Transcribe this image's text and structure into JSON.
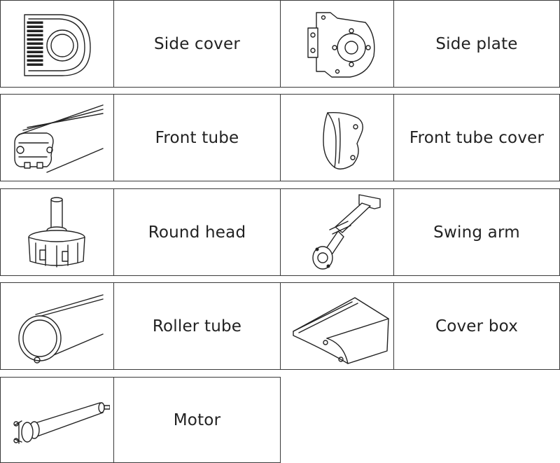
{
  "parts": [
    {
      "label": "Side cover",
      "icon": "side-cover-icon"
    },
    {
      "label": "Side plate",
      "icon": "side-plate-icon"
    },
    {
      "label": "Front tube",
      "icon": "front-tube-icon"
    },
    {
      "label": "Front tube cover",
      "icon": "front-tube-cover-icon"
    },
    {
      "label": "Round head",
      "icon": "round-head-icon"
    },
    {
      "label": "Swing arm",
      "icon": "swing-arm-icon"
    },
    {
      "label": "Roller tube",
      "icon": "roller-tube-icon"
    },
    {
      "label": "Cover box",
      "icon": "cover-box-icon"
    },
    {
      "label": "Motor",
      "icon": "motor-icon"
    }
  ]
}
